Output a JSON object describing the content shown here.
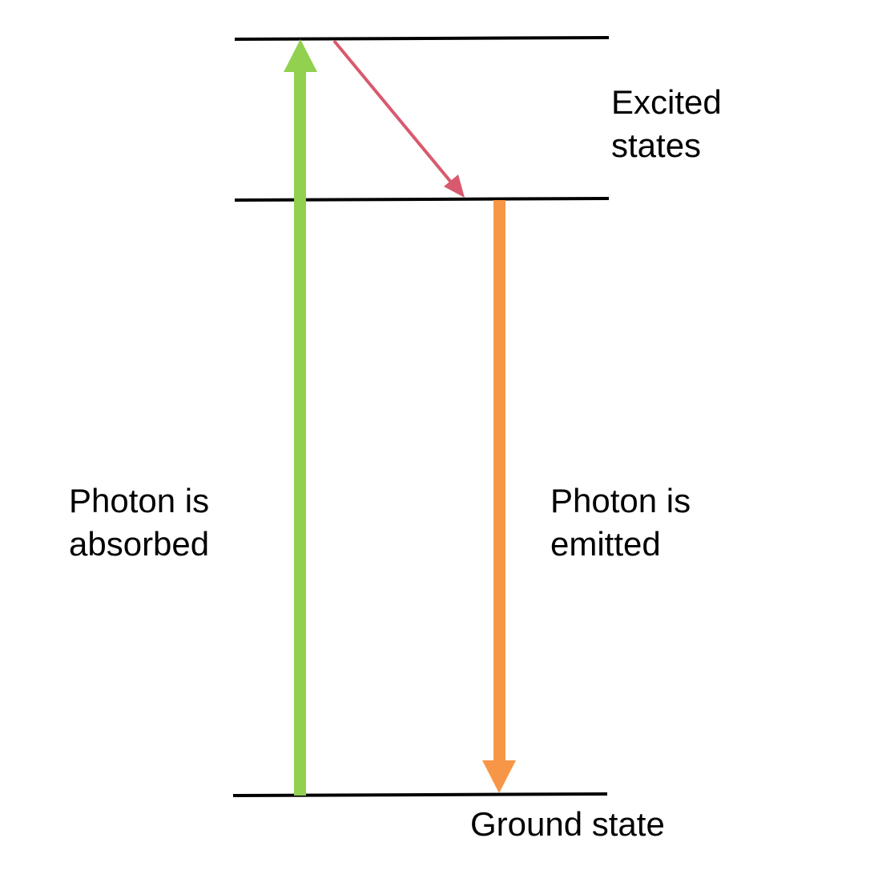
{
  "labels": {
    "excited_line1": "Excited",
    "excited_line2": "states",
    "absorbed_line1": "Photon is",
    "absorbed_line2": "absorbed",
    "emitted_line1": "Photon is",
    "emitted_line2": "emitted",
    "ground": "Ground state"
  },
  "colors": {
    "level_line": "#000000",
    "absorption_arrow": "#92d050",
    "relaxation_arrow": "#d9596e",
    "emission_arrow": "#f79646",
    "text": "#000000"
  }
}
